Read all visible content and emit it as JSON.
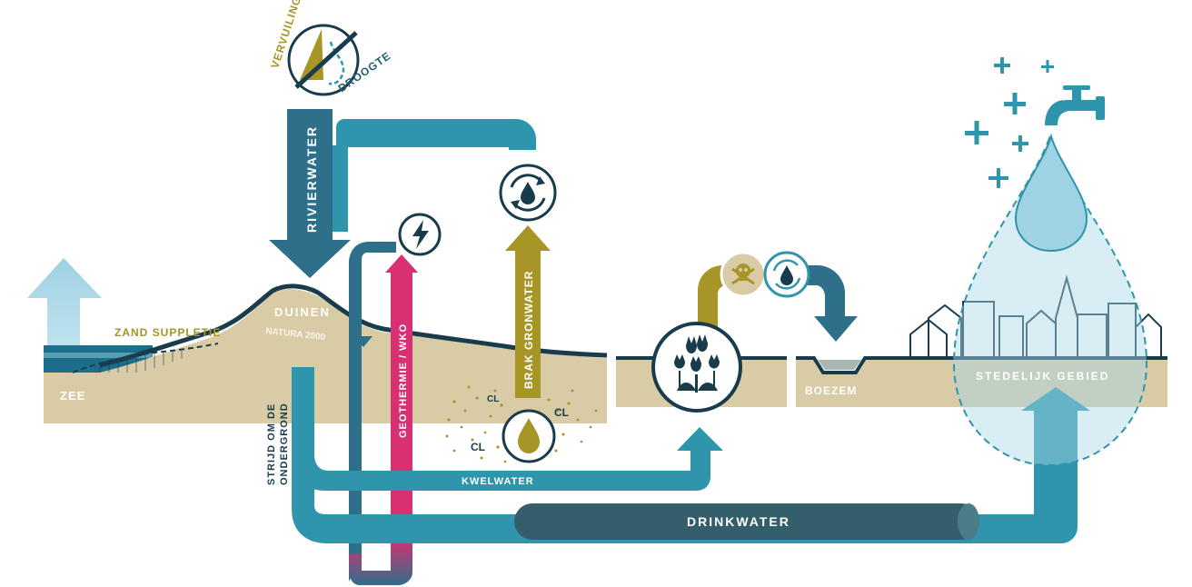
{
  "colors": {
    "sand": "#d8cba6",
    "sea": "#1c6e8a",
    "teal": "#2e95ad",
    "darkTeal": "#1d5f72",
    "navy": "#193c4d",
    "olive": "#a79525",
    "magenta": "#d83072",
    "lightBlue": "#a8d7e6",
    "pipe": "#345e6b"
  },
  "icons": {
    "pollution_drought": "pollution-drought-icon",
    "lightning": "lightning-icon",
    "cycle_top": "water-cycle-icon",
    "cycle_right": "water-cycle-icon",
    "tulips": "tulips-icon",
    "toxic": "skull-crossbones-icon",
    "brak_drop": "water-drop-icon",
    "faucet": "faucet-icon"
  },
  "labels": {
    "vervuiling": "VERVUILING",
    "droogte": "DROOGTE",
    "rivierwater": "RIVIERWATER",
    "zand_suppletie": "ZAND SUPPLETIE",
    "duinen": "DUINEN",
    "natura": "NATURA 2000",
    "zee": "ZEE",
    "geothermie": "GEOTHERMIE / WKO",
    "brak_gronwater": "BRAK GRONWATER",
    "cl1": "CL",
    "cl2": "CL",
    "cl3": "CL",
    "strijd_line1": "STRIJD OM DE",
    "strijd_line2": "ONDERGROND",
    "kwelwater": "KWELWATER",
    "drinkwater": "DRINKWATER",
    "boezem": "BOEZEM",
    "stedelijk_gebied": "STEDELIJK GEBIED"
  }
}
